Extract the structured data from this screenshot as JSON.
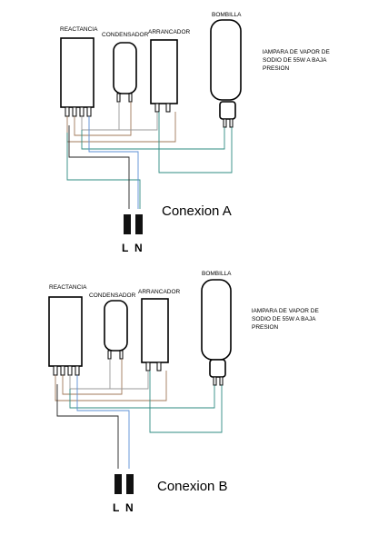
{
  "diagram_a": {
    "reactancia": "REACTANCIA",
    "condensador": "CONDENSADOR",
    "arrancador": "ARRANCADOR",
    "bombilla": "BOMBILLA",
    "desc_line1": "lAMPARA DE VAPOR DE",
    "desc_line2": "SODIO DE 55W A BAJA",
    "desc_line3": "PRESION",
    "conexion": "Conexion A",
    "l": "L",
    "n": "N"
  },
  "diagram_b": {
    "reactancia": "REACTANCIA",
    "condensador": "CONDENSADOR",
    "arrancador": "ARRANCADOR",
    "bombilla": "BOMBILLA",
    "desc_line1": "lAMPARA DE VAPOR DE",
    "desc_line2": "SODIO DE 55W A BAJA",
    "desc_line3": "PRESION",
    "conexion": "Conexion B",
    "l": "L",
    "n": "N"
  },
  "colors": {
    "wire_black": "#222222",
    "wire_brown": "#a0785a",
    "wire_green": "#2e8b80",
    "wire_blue": "#5b8fd6"
  }
}
